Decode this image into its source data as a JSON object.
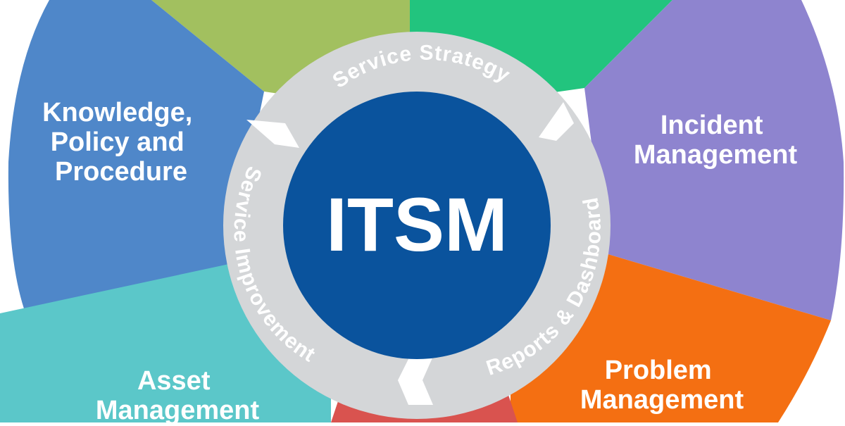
{
  "center": {
    "title": "ITSM",
    "color": "#0a539d"
  },
  "ring": {
    "color": "#d4d6d8",
    "labels": {
      "top": "Service Strategy",
      "left": "Service Improvement",
      "right": "Reports & Dashboard"
    }
  },
  "segments": {
    "knowledge": {
      "lines": [
        "Knowledge,",
        "Policy and",
        "Procedure"
      ],
      "color": "#4f87c9"
    },
    "incident": {
      "lines": [
        "Incident",
        "Management"
      ],
      "color": "#8e84cf"
    },
    "problem": {
      "lines": [
        "Problem",
        "Management"
      ],
      "color": "#f46f12"
    },
    "asset": {
      "lines": [
        "Asset",
        "Management"
      ],
      "color": "#5bc7c9"
    },
    "top_left_unlabeled": {
      "color": "#a2c05f"
    },
    "top_right_unlabeled": {
      "color": "#22c47e"
    },
    "bottom_unlabeled": {
      "color": "#d9534f"
    }
  }
}
